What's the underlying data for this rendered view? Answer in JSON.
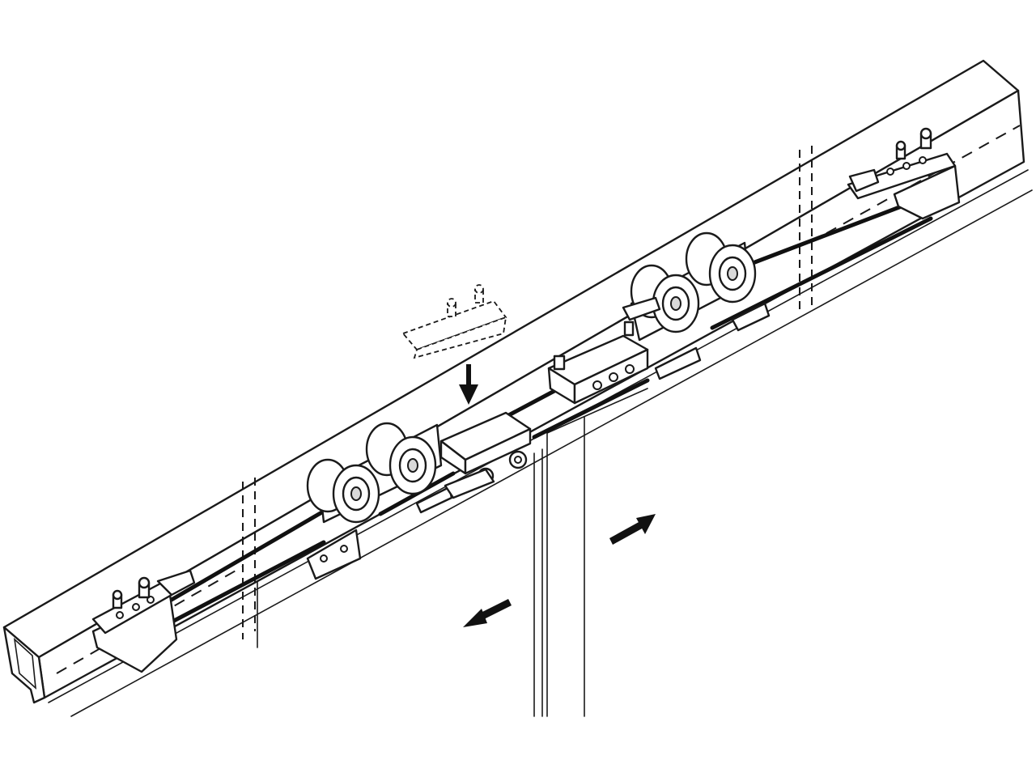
{
  "diagram": {
    "components": [
      "rail",
      "top-cable",
      "bottom-cable",
      "left-end-stop",
      "right-end-stop",
      "left-trolley",
      "right-trolley",
      "left-door-clamp",
      "right-door-clamp",
      "ghost-coupler",
      "left-door-panel",
      "right-door-panel"
    ],
    "arrows": [
      "insert-down",
      "left-door-open",
      "right-door-open"
    ],
    "colors": {
      "line": "#1a1a1a",
      "fill": "#ffffff",
      "shade": "#d9d9d9"
    }
  }
}
